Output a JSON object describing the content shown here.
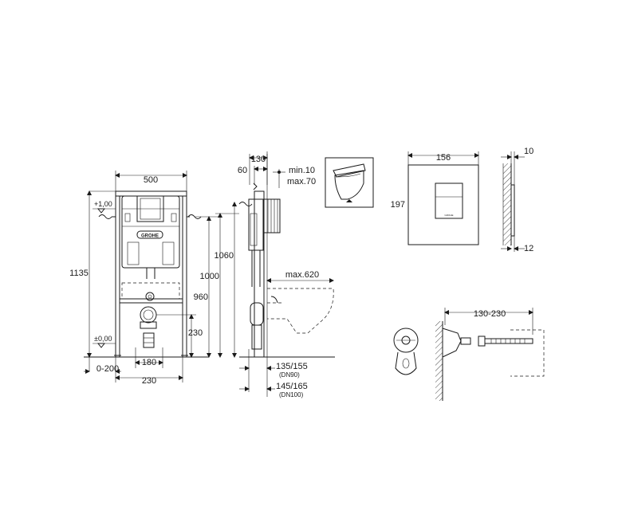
{
  "front_view": {
    "width_label": "500",
    "height_label": "1135",
    "level_top_label": "+1,00",
    "level_floor_label": "±0,00",
    "offset_label": "0-200",
    "pipe_spacing_label": "180",
    "base_width_label": "230",
    "outlet_height_label": "230",
    "height_960_label": "960",
    "height_1000_label": "1000",
    "height_1060_label": "1060",
    "logo_text": "GROHE"
  },
  "side_view": {
    "depth_label": "130",
    "offset_label": "60",
    "min_label": "min.10",
    "max_label": "max.70",
    "projection_label": "max.620",
    "dn90_value_label": "135/155",
    "dn90_note": "(DN90)",
    "dn100_value_label": "145/165",
    "dn100_note": "(DN100)"
  },
  "plate_front": {
    "width_label": "156",
    "height_label": "197",
    "logo_text": "GROHE"
  },
  "plate_side": {
    "depth_label": "10",
    "wall_label": "12"
  },
  "anchor": {
    "range_label": "130-230"
  }
}
